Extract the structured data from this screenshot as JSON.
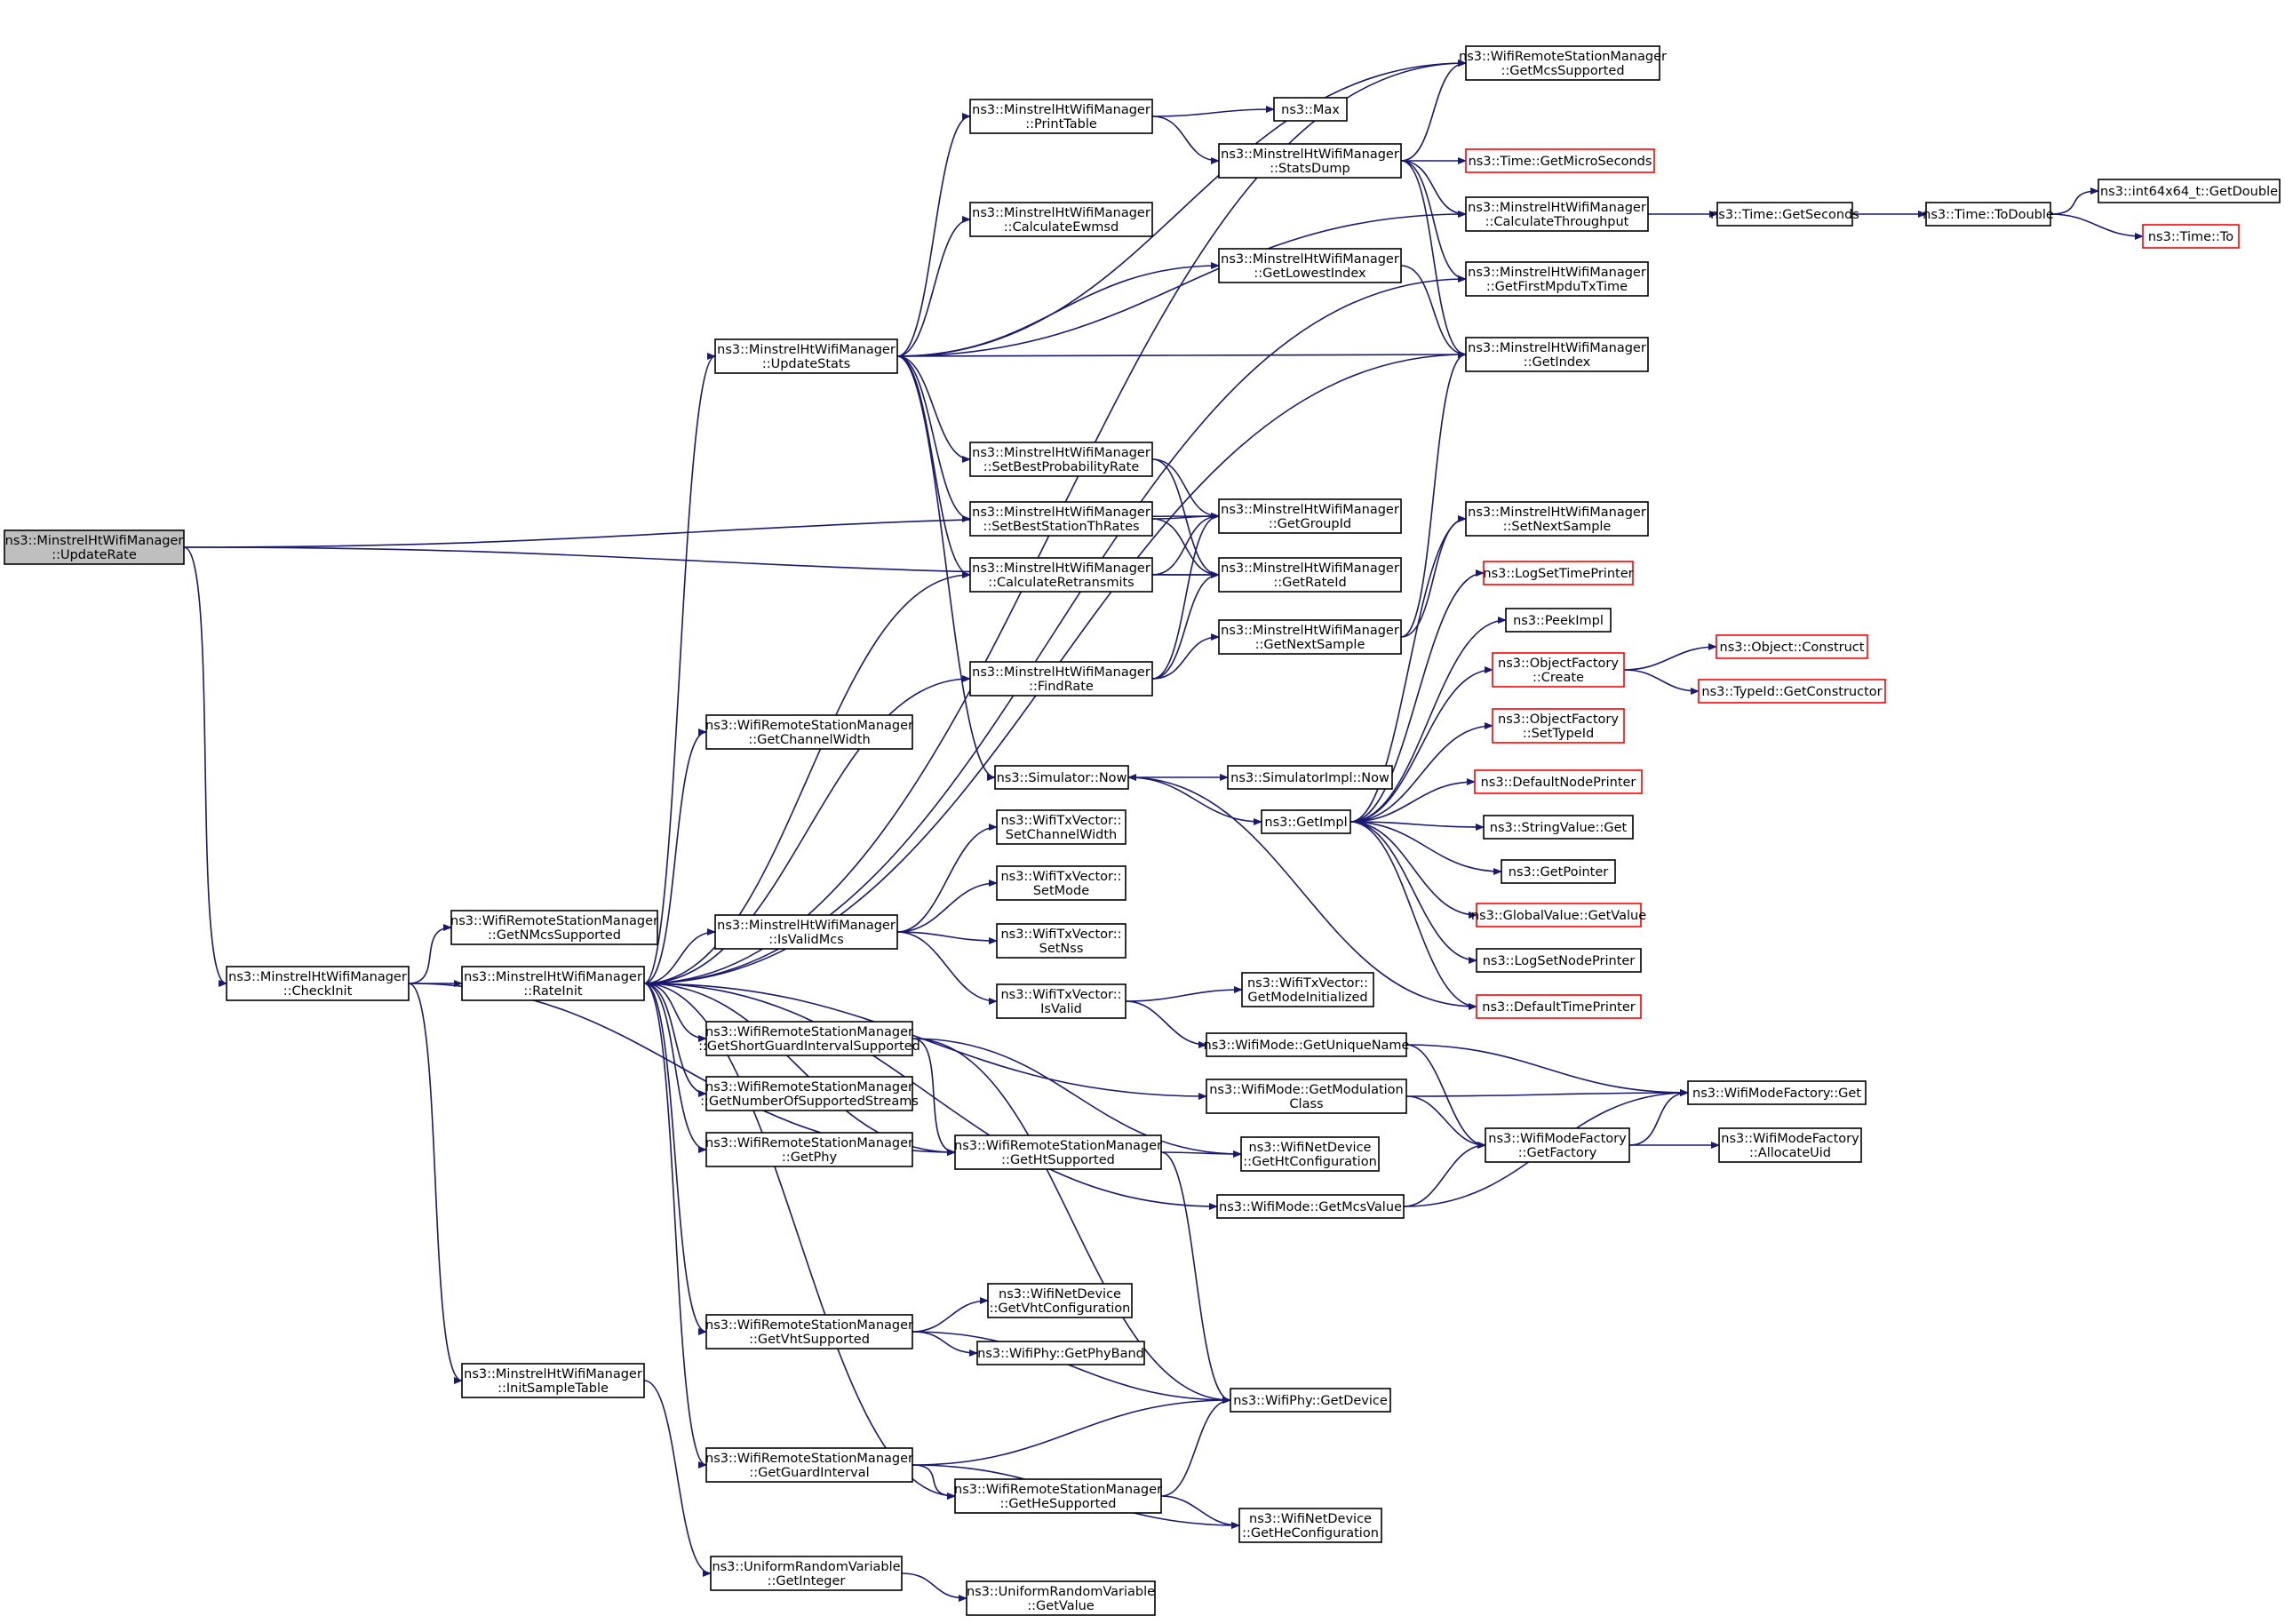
{
  "nodes": [
    {
      "id": "updaterate",
      "lines": [
        "ns3::MinstrelHtWifiManager",
        "::UpdateRate"
      ],
      "root": true
    },
    {
      "id": "checkinit",
      "lines": [
        "ns3::MinstrelHtWifiManager",
        "::CheckInit"
      ]
    },
    {
      "id": "getnmcs",
      "lines": [
        "ns3::WifiRemoteStationManager",
        "::GetNMcsSupported"
      ]
    },
    {
      "id": "rateinit",
      "lines": [
        "ns3::MinstrelHtWifiManager",
        "::RateInit"
      ]
    },
    {
      "id": "initsample",
      "lines": [
        "ns3::MinstrelHtWifiManager",
        "::InitSampleTable"
      ]
    },
    {
      "id": "updatestats",
      "lines": [
        "ns3::MinstrelHtWifiManager",
        "::UpdateStats"
      ]
    },
    {
      "id": "getchannelwidth",
      "lines": [
        "ns3::WifiRemoteStationManager",
        "::GetChannelWidth"
      ]
    },
    {
      "id": "isvalidmcs",
      "lines": [
        "ns3::MinstrelHtWifiManager",
        "::IsValidMcs"
      ]
    },
    {
      "id": "getsgi",
      "lines": [
        "ns3::WifiRemoteStationManager",
        "::GetShortGuardIntervalSupported"
      ]
    },
    {
      "id": "getnss",
      "lines": [
        "ns3::WifiRemoteStationManager",
        "::GetNumberOfSupportedStreams"
      ]
    },
    {
      "id": "getphy",
      "lines": [
        "ns3::WifiRemoteStationManager",
        "::GetPhy"
      ]
    },
    {
      "id": "getvht",
      "lines": [
        "ns3::WifiRemoteStationManager",
        "::GetVhtSupported"
      ]
    },
    {
      "id": "getgi",
      "lines": [
        "ns3::WifiRemoteStationManager",
        "::GetGuardInterval"
      ]
    },
    {
      "id": "getinteger",
      "lines": [
        "ns3::UniformRandomVariable",
        "::GetInteger"
      ]
    },
    {
      "id": "printtable",
      "lines": [
        "ns3::MinstrelHtWifiManager",
        "::PrintTable"
      ]
    },
    {
      "id": "calcewmsd",
      "lines": [
        "ns3::MinstrelHtWifiManager",
        "::CalculateEwmsd"
      ]
    },
    {
      "id": "setbestprob",
      "lines": [
        "ns3::MinstrelHtWifiManager",
        "::SetBestProbabilityRate"
      ]
    },
    {
      "id": "setbestth",
      "lines": [
        "ns3::MinstrelHtWifiManager",
        "::SetBestStationThRates"
      ]
    },
    {
      "id": "calcretrans",
      "lines": [
        "ns3::MinstrelHtWifiManager",
        "::CalculateRetransmits"
      ]
    },
    {
      "id": "findrate",
      "lines": [
        "ns3::MinstrelHtWifiManager",
        "::FindRate"
      ]
    },
    {
      "id": "simnow",
      "lines": [
        "ns3::Simulator::Now"
      ]
    },
    {
      "id": "txsetcw",
      "lines": [
        "ns3::WifiTxVector::",
        "SetChannelWidth"
      ]
    },
    {
      "id": "txsetmode",
      "lines": [
        "ns3::WifiTxVector::",
        "SetMode"
      ]
    },
    {
      "id": "txsetnss",
      "lines": [
        "ns3::WifiTxVector::",
        "SetNss"
      ]
    },
    {
      "id": "txisvalid",
      "lines": [
        "ns3::WifiTxVector::",
        "IsValid"
      ]
    },
    {
      "id": "gethe",
      "lines": [
        "ns3::WifiRemoteStationManager",
        "::GetHeSupported"
      ]
    },
    {
      "id": "getht",
      "lines": [
        "ns3::WifiRemoteStationManager",
        "::GetHtSupported"
      ]
    },
    {
      "id": "getvhtconf",
      "lines": [
        "ns3::WifiNetDevice",
        "::GetVhtConfiguration"
      ]
    },
    {
      "id": "getphyband",
      "lines": [
        "ns3::WifiPhy::GetPhyBand"
      ]
    },
    {
      "id": "getvalueurv",
      "lines": [
        "ns3::UniformRandomVariable",
        "::GetValue"
      ]
    },
    {
      "id": "max",
      "lines": [
        "ns3::Max"
      ]
    },
    {
      "id": "statsdump",
      "lines": [
        "ns3::MinstrelHtWifiManager",
        "::StatsDump"
      ]
    },
    {
      "id": "getlowest",
      "lines": [
        "ns3::MinstrelHtWifiManager",
        "::GetLowestIndex"
      ]
    },
    {
      "id": "getgroupid",
      "lines": [
        "ns3::MinstrelHtWifiManager",
        "::GetGroupId"
      ]
    },
    {
      "id": "getrateid",
      "lines": [
        "ns3::MinstrelHtWifiManager",
        "::GetRateId"
      ]
    },
    {
      "id": "getnextsample",
      "lines": [
        "ns3::MinstrelHtWifiManager",
        "::GetNextSample"
      ]
    },
    {
      "id": "simimplnow",
      "lines": [
        "ns3::SimulatorImpl::Now"
      ]
    },
    {
      "id": "getimpl",
      "lines": [
        "ns3::GetImpl"
      ]
    },
    {
      "id": "getmodeinit",
      "lines": [
        "ns3::WifiTxVector::",
        "GetModeInitialized"
      ]
    },
    {
      "id": "getuniquename",
      "lines": [
        "ns3::WifiMode::GetUniqueName"
      ]
    },
    {
      "id": "getmodclass",
      "lines": [
        "ns3::WifiMode::GetModulation",
        "Class"
      ]
    },
    {
      "id": "getmcsvalue",
      "lines": [
        "ns3::WifiMode::GetMcsValue"
      ]
    },
    {
      "id": "gethtconf",
      "lines": [
        "ns3::WifiNetDevice",
        "::GetHtConfiguration"
      ]
    },
    {
      "id": "getdevice",
      "lines": [
        "ns3::WifiPhy::GetDevice"
      ]
    },
    {
      "id": "getheconf",
      "lines": [
        "ns3::WifiNetDevice",
        "::GetHeConfiguration"
      ]
    },
    {
      "id": "getmcssupp",
      "lines": [
        "ns3::WifiRemoteStationManager",
        "::GetMcsSupported"
      ]
    },
    {
      "id": "getmicro",
      "lines": [
        "ns3::Time::GetMicroSeconds"
      ],
      "red": true
    },
    {
      "id": "calcthroughput",
      "lines": [
        "ns3::MinstrelHtWifiManager",
        "::CalculateThroughput"
      ]
    },
    {
      "id": "getfirstmpdu",
      "lines": [
        "ns3::MinstrelHtWifiManager",
        "::GetFirstMpduTxTime"
      ]
    },
    {
      "id": "getindex",
      "lines": [
        "ns3::MinstrelHtWifiManager",
        "::GetIndex"
      ]
    },
    {
      "id": "setnextsample",
      "lines": [
        "ns3::MinstrelHtWifiManager",
        "::SetNextSample"
      ]
    },
    {
      "id": "logsettime",
      "lines": [
        "ns3::LogSetTimePrinter"
      ],
      "red": true
    },
    {
      "id": "peekimpl",
      "lines": [
        "ns3::PeekImpl"
      ]
    },
    {
      "id": "objfcreate",
      "lines": [
        "ns3::ObjectFactory",
        "::Create"
      ],
      "red": true
    },
    {
      "id": "objfsettypeid",
      "lines": [
        "ns3::ObjectFactory",
        "::SetTypeId"
      ],
      "red": true
    },
    {
      "id": "defnodeprinter",
      "lines": [
        "ns3::DefaultNodePrinter"
      ],
      "red": true
    },
    {
      "id": "stringvalueget",
      "lines": [
        "ns3::StringValue::Get"
      ]
    },
    {
      "id": "getpointer",
      "lines": [
        "ns3::GetPointer"
      ]
    },
    {
      "id": "globalvalueget",
      "lines": [
        "ns3::GlobalValue::GetValue"
      ],
      "red": true
    },
    {
      "id": "logsetnode",
      "lines": [
        "ns3::LogSetNodePrinter"
      ]
    },
    {
      "id": "deftimeprinter",
      "lines": [
        "ns3::DefaultTimePrinter"
      ],
      "red": true
    },
    {
      "id": "wmfactory",
      "lines": [
        "ns3::WifiModeFactory",
        "::GetFactory"
      ]
    },
    {
      "id": "getseconds",
      "lines": [
        "ns3::Time::GetSeconds"
      ]
    },
    {
      "id": "objconstruct",
      "lines": [
        "ns3::Object::Construct"
      ],
      "red": true
    },
    {
      "id": "typeidgetctor",
      "lines": [
        "ns3::TypeId::GetConstructor"
      ],
      "red": true
    },
    {
      "id": "wmfget",
      "lines": [
        "ns3::WifiModeFactory::Get"
      ]
    },
    {
      "id": "allocuid",
      "lines": [
        "ns3::WifiModeFactory",
        "::AllocateUid"
      ]
    },
    {
      "id": "todouble",
      "lines": [
        "ns3::Time::ToDouble"
      ]
    },
    {
      "id": "int64getdouble",
      "lines": [
        "ns3::int64x64_t::GetDouble"
      ]
    },
    {
      "id": "timeto",
      "lines": [
        "ns3::Time::To"
      ],
      "red": true
    }
  ],
  "edges": [
    [
      "updaterate",
      "checkinit"
    ],
    [
      "updaterate",
      "getgroupid"
    ],
    [
      "updaterate",
      "getrateid"
    ],
    [
      "checkinit",
      "getnmcs"
    ],
    [
      "checkinit",
      "rateinit"
    ],
    [
      "checkinit",
      "initsample"
    ],
    [
      "checkinit",
      "getht"
    ],
    [
      "rateinit",
      "updatestats"
    ],
    [
      "rateinit",
      "getchannelwidth"
    ],
    [
      "rateinit",
      "isvalidmcs"
    ],
    [
      "rateinit",
      "getsgi"
    ],
    [
      "rateinit",
      "getnss"
    ],
    [
      "rateinit",
      "getphy"
    ],
    [
      "rateinit",
      "getvht"
    ],
    [
      "rateinit",
      "getgi"
    ],
    [
      "rateinit",
      "gethe"
    ],
    [
      "rateinit",
      "getht"
    ],
    [
      "rateinit",
      "getmcssupp"
    ],
    [
      "rateinit",
      "calcretrans"
    ],
    [
      "rateinit",
      "findrate"
    ],
    [
      "rateinit",
      "getindex"
    ],
    [
      "rateinit",
      "getmodclass"
    ],
    [
      "rateinit",
      "getmcsvalue"
    ],
    [
      "rateinit",
      "getfirstmpdu"
    ],
    [
      "updatestats",
      "printtable"
    ],
    [
      "updatestats",
      "calcewmsd"
    ],
    [
      "updatestats",
      "setbestprob"
    ],
    [
      "updatestats",
      "setbestth"
    ],
    [
      "updatestats",
      "calcretrans"
    ],
    [
      "updatestats",
      "simnow"
    ],
    [
      "updatestats",
      "getmcssupp"
    ],
    [
      "updatestats",
      "getlowest"
    ],
    [
      "updatestats",
      "calcthroughput"
    ],
    [
      "updatestats",
      "getindex"
    ],
    [
      "printtable",
      "max"
    ],
    [
      "printtable",
      "statsdump"
    ],
    [
      "statsdump",
      "getmcssupp"
    ],
    [
      "statsdump",
      "getmicro"
    ],
    [
      "statsdump",
      "calcthroughput"
    ],
    [
      "statsdump",
      "getfirstmpdu"
    ],
    [
      "statsdump",
      "getindex"
    ],
    [
      "getlowest",
      "getindex"
    ],
    [
      "setbestprob",
      "getgroupid"
    ],
    [
      "setbestprob",
      "getrateid"
    ],
    [
      "setbestth",
      "getgroupid"
    ],
    [
      "setbestth",
      "getrateid"
    ],
    [
      "calcretrans",
      "getgroupid"
    ],
    [
      "calcretrans",
      "getrateid"
    ],
    [
      "findrate",
      "getgroupid"
    ],
    [
      "findrate",
      "getrateid"
    ],
    [
      "findrate",
      "getnextsample"
    ],
    [
      "getnextsample",
      "setnextsample"
    ],
    [
      "getnextsample",
      "getindex"
    ],
    [
      "simnow",
      "simimplnow"
    ],
    [
      "simnow",
      "getimpl"
    ],
    [
      "getimpl",
      "setnextsample"
    ],
    [
      "getimpl",
      "logsettime"
    ],
    [
      "getimpl",
      "peekimpl"
    ],
    [
      "getimpl",
      "objfcreate"
    ],
    [
      "getimpl",
      "objfsettypeid"
    ],
    [
      "getimpl",
      "defnodeprinter"
    ],
    [
      "getimpl",
      "stringvalueget"
    ],
    [
      "getimpl",
      "getpointer"
    ],
    [
      "getimpl",
      "globalvalueget"
    ],
    [
      "getimpl",
      "logsetnode"
    ],
    [
      "getimpl",
      "deftimeprinter"
    ],
    [
      "deftimeprinter",
      "simnow"
    ],
    [
      "objfcreate",
      "objconstruct"
    ],
    [
      "objfcreate",
      "typeidgetctor"
    ],
    [
      "isvalidmcs",
      "txsetcw"
    ],
    [
      "isvalidmcs",
      "txsetmode"
    ],
    [
      "isvalidmcs",
      "txsetnss"
    ],
    [
      "isvalidmcs",
      "txisvalid"
    ],
    [
      "txisvalid",
      "getmodeinit"
    ],
    [
      "txisvalid",
      "getuniquename"
    ],
    [
      "getuniquename",
      "wmfactory"
    ],
    [
      "getuniquename",
      "wmfget"
    ],
    [
      "getmodclass",
      "wmfactory"
    ],
    [
      "getmodclass",
      "wmfget"
    ],
    [
      "getmcsvalue",
      "wmfactory"
    ],
    [
      "getmcsvalue",
      "wmfget"
    ],
    [
      "wmfactory",
      "wmfget"
    ],
    [
      "wmfactory",
      "allocuid"
    ],
    [
      "getsgi",
      "getht"
    ],
    [
      "getsgi",
      "gethtconf"
    ],
    [
      "getsgi",
      "getdevice"
    ],
    [
      "getht",
      "gethtconf"
    ],
    [
      "getht",
      "getdevice"
    ],
    [
      "getvht",
      "getvhtconf"
    ],
    [
      "getvht",
      "getphyband"
    ],
    [
      "getvht",
      "getdevice"
    ],
    [
      "getgi",
      "gethe"
    ],
    [
      "getgi",
      "getdevice"
    ],
    [
      "getgi",
      "getheconf"
    ],
    [
      "gethe",
      "getdevice"
    ],
    [
      "gethe",
      "getheconf"
    ],
    [
      "initsample",
      "getinteger"
    ],
    [
      "getinteger",
      "getvalueurv"
    ],
    [
      "calcthroughput",
      "getseconds"
    ],
    [
      "getseconds",
      "todouble"
    ],
    [
      "todouble",
      "int64getdouble"
    ],
    [
      "todouble",
      "timeto"
    ]
  ]
}
